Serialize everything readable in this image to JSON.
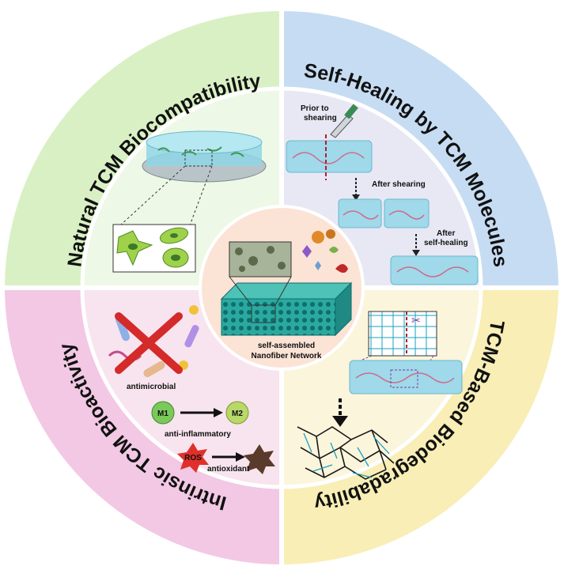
{
  "quadrants": {
    "top_left": {
      "title": "Natural TCM Biocompatibility",
      "color": "#d9f0c4",
      "inner_color": "#eef8e6"
    },
    "top_right": {
      "title": "Self-Healing by TCM Molecules",
      "color": "#c6dcf2",
      "inner_color": "#e8e8f5",
      "labels": {
        "prior": "Prior to",
        "prior2": "shearing",
        "after_shearing": "After shearing",
        "after_healing": "After",
        "after_healing2": "self-healing"
      }
    },
    "bottom_left": {
      "title": "Intrinsic TCM Bioactivity",
      "color": "#f2c8e4",
      "inner_color": "#f8e4ee",
      "labels": {
        "antimicrobial": "antimicrobial",
        "anti_inflammatory": "anti-inflammatory",
        "antioxidant": "antioxidant",
        "m1": "M1",
        "m2": "M2",
        "ros": "ROS"
      }
    },
    "bottom_right": {
      "title": "TCM-Based Biodegradability",
      "color": "#f8eeb6",
      "inner_color": "#fbf5dc"
    }
  },
  "center": {
    "label_line1": "self-assembled",
    "label_line2": "Nanofiber Network",
    "color": "#fbe3d6"
  }
}
